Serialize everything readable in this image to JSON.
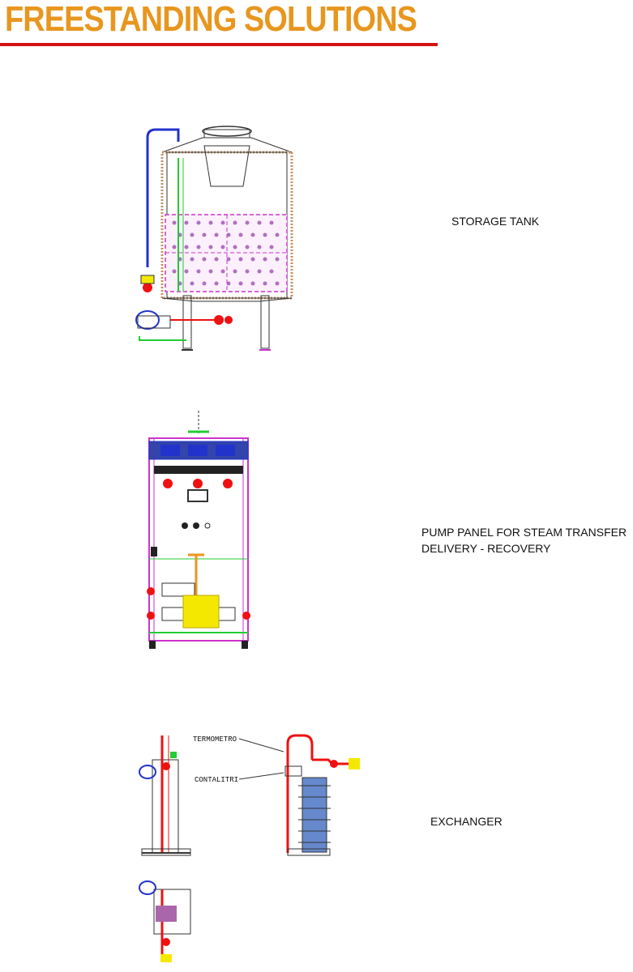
{
  "header": {
    "title": "FREESTANDING SOLUTIONS"
  },
  "sections": {
    "storage_tank": {
      "label": "STORAGE TANK"
    },
    "pump_panel": {
      "label_line1": "PUMP PANEL FOR STEAM TRANSFER",
      "label_line2": "DELIVERY - RECOVERY"
    },
    "exchanger": {
      "label": "EXCHANGER",
      "callout_thermometer": "TERMOMETRO",
      "callout_meter": "CONTALITRI"
    }
  },
  "colors": {
    "title": "#e8961e",
    "rule": "#d41414",
    "pipe_red": "#e11",
    "pipe_blue": "#2233cc",
    "pipe_green": "#22cc33",
    "magenta": "#cc33cc",
    "yellow": "#f5e800"
  }
}
